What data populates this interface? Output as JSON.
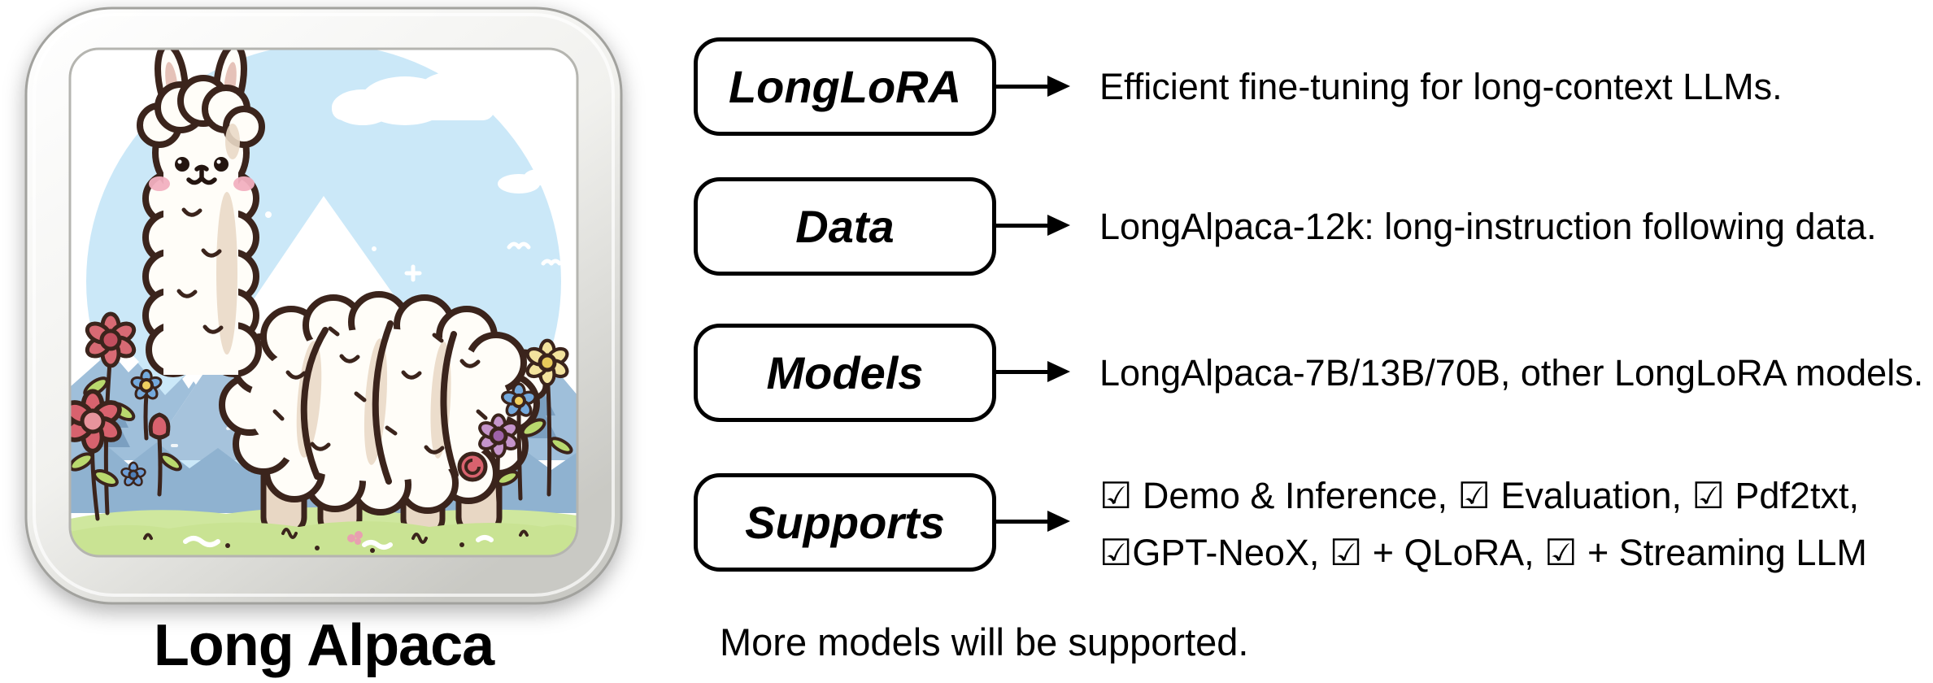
{
  "icon_card": {
    "title": "Long Alpaca"
  },
  "rows": [
    {
      "label": "LongLoRA",
      "description": "Efficient fine-tuning for long-context LLMs."
    },
    {
      "label": "Data",
      "description": "LongAlpaca-12k: long-instruction following data."
    },
    {
      "label": "Models",
      "description": "LongAlpaca-7B/13B/70B, other LongLoRA models."
    },
    {
      "label": "Supports",
      "description_lines": [
        "☑ Demo & Inference, ☑ Evaluation, ☑ Pdf2txt,",
        "☑GPT-NeoX, ☑ + QLoRA, ☑ + Streaming LLM"
      ]
    }
  ],
  "footer_note": "More models will be supported.",
  "colors": {
    "text": "#000000",
    "box_border": "#000000",
    "box_fill": "#ffffff",
    "background": "#ffffff",
    "bezel_gray": "#d6d6d2",
    "sky_blue": "#cbe8f8",
    "mountain_blue": "#9fbfda",
    "grass_green": "#cfe79e",
    "outline_brown": "#3b241c",
    "wool_shade": "#ead9c6",
    "cheek_pink": "#f2b0c0",
    "flower_red": "#d8626e",
    "flower_blue": "#74a9dc",
    "flower_yellow": "#f3e39e"
  }
}
